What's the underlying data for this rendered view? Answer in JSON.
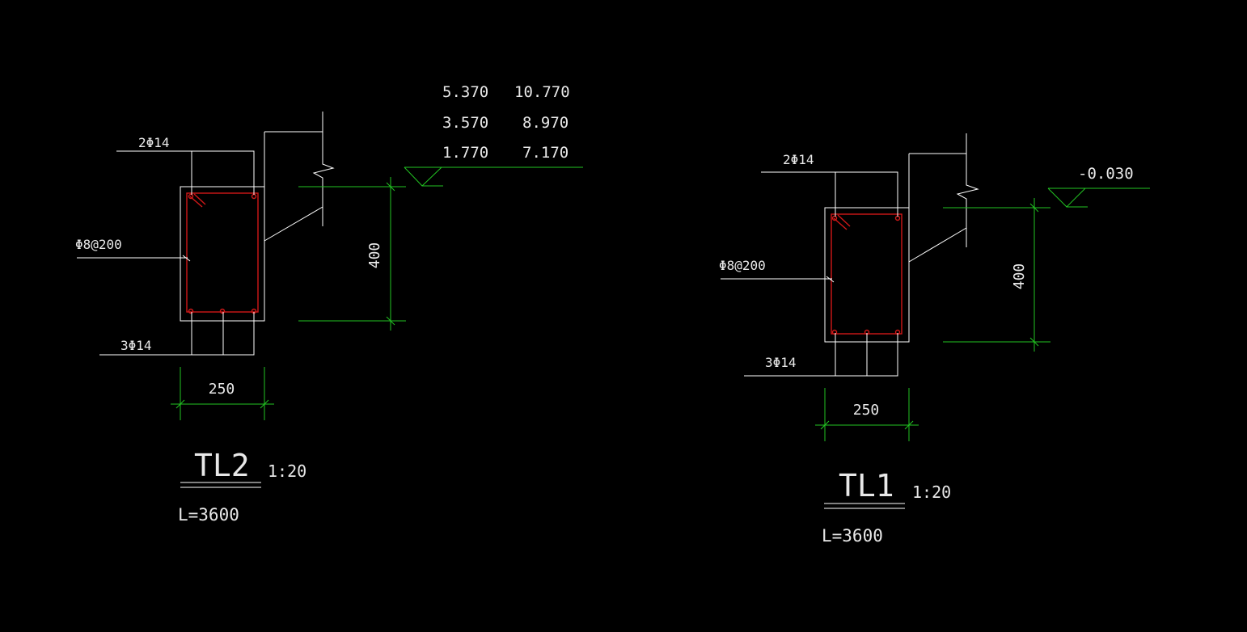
{
  "drawing": {
    "left_section": {
      "title": "TL2",
      "scale": "1:20",
      "length": "L=3600",
      "top_bars": "2Φ14",
      "bottom_bars": "3Φ14",
      "stirrups": "Φ8@200",
      "width_dim": "250",
      "height_dim": "400",
      "elevations": [
        {
          "a": "5.370",
          "b": "10.770"
        },
        {
          "a": "3.570",
          "b": "8.970"
        },
        {
          "a": "1.770",
          "b": "7.170"
        }
      ]
    },
    "right_section": {
      "title": "TL1",
      "scale": "1:20",
      "length": "L=3600",
      "top_bars": "2Φ14",
      "bottom_bars": "3Φ14",
      "stirrups": "Φ8@200",
      "width_dim": "250",
      "height_dim": "400",
      "elevation": "-0.030"
    },
    "colors": {
      "background": "#000000",
      "linework": "#ffffff",
      "dimension": "#22c322",
      "rebar": "#d01818"
    }
  }
}
